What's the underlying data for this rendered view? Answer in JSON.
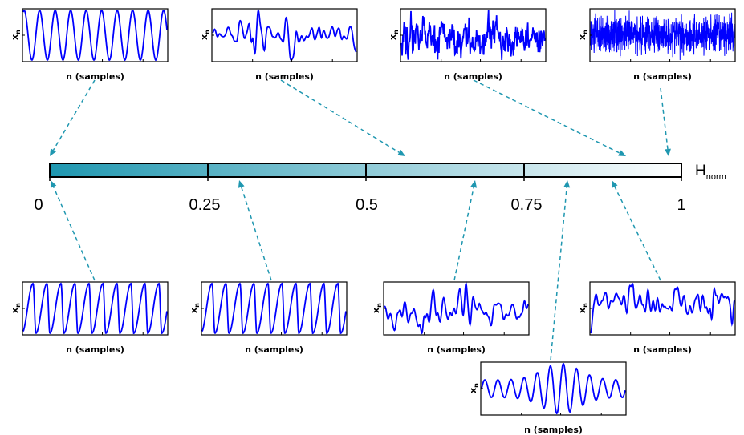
{
  "colorbar": {
    "label_main": "H",
    "label_sub": "norm",
    "ticks": [
      "0",
      "0.25",
      "0.5",
      "0.75",
      "1"
    ],
    "color_start": "#1f97b0",
    "color_end": "#ffffff"
  },
  "panel": {
    "ylabel_main": "x",
    "ylabel_sub": "n",
    "xlabel": "n (samples)"
  },
  "colors": {
    "signal": "#0000ff",
    "arrow": "#1f97b0"
  }
}
